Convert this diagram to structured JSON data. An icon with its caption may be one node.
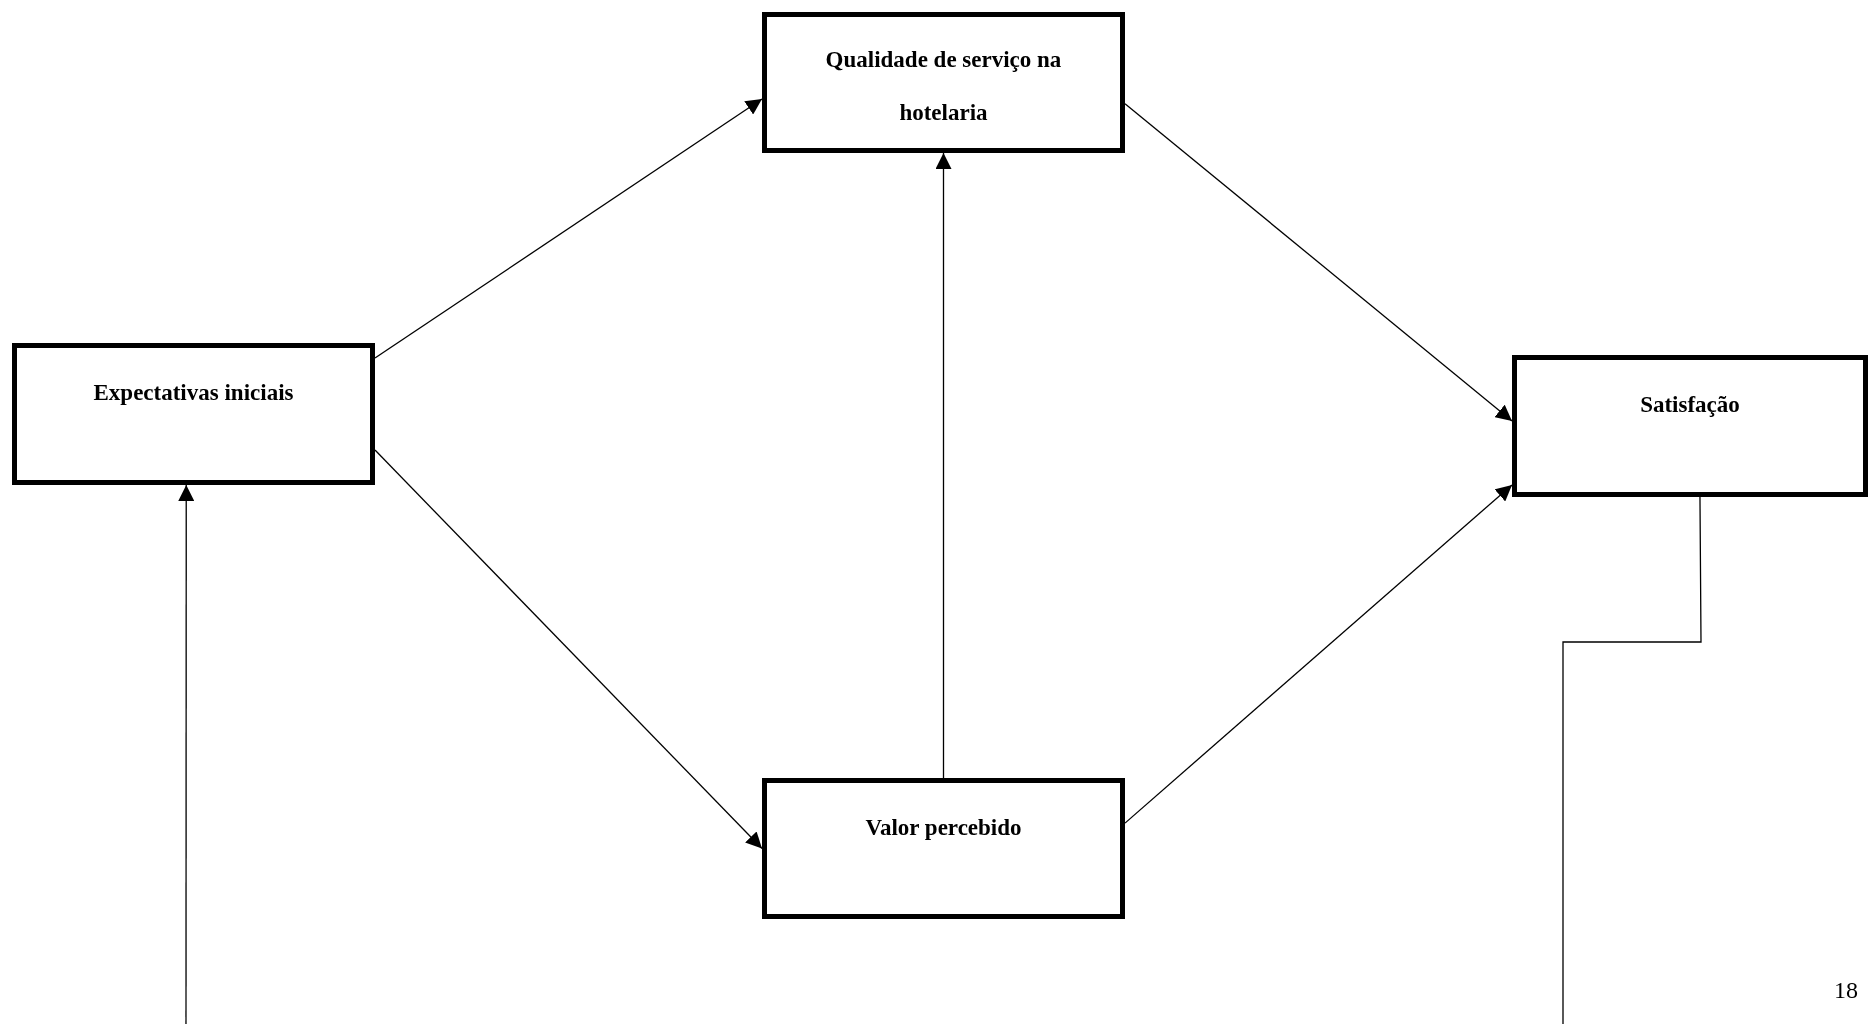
{
  "diagram": {
    "nodes": [
      {
        "text": [
          "Expectativas iniciais"
        ]
      },
      {
        "text": [
          "Qualidade de serviço na hotelaria"
        ]
      },
      {
        "text": [
          "Satisfação"
        ]
      },
      {
        "text": [
          "Valor percebido"
        ]
      }
    ],
    "edges": [
      {
        "from": 0,
        "to": 1,
        "arrow": "to"
      },
      {
        "from": 0,
        "to": 3,
        "arrow": "to"
      },
      {
        "from": 3,
        "to": 1,
        "arrow": "to"
      },
      {
        "from": 1,
        "to": 2,
        "arrow": "to"
      },
      {
        "from": 3,
        "to": 2,
        "arrow": "to"
      },
      {
        "from": 2,
        "to": null,
        "arrow": "none"
      },
      {
        "from": null,
        "to": 0,
        "arrow": "to"
      }
    ],
    "labels": [
      "18"
    ]
  }
}
